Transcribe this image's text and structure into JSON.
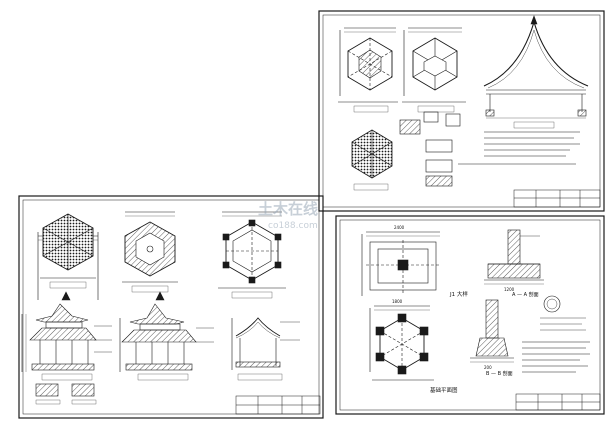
{
  "viewer": {
    "watermark_text": "土木在线",
    "watermark_url": "co188.com"
  },
  "sheets": [
    {
      "key": "pavilion-plans-elevations",
      "labels": []
    },
    {
      "key": "roof-structure",
      "labels": []
    },
    {
      "key": "foundation",
      "labels": {
        "aa_section": "A — A 剖面",
        "bb_section": "B — B 剖面",
        "j1_detail": "J1 大样",
        "foundation_plan": "基础平面图",
        "dim_1200": "1200",
        "dim_2400": "2400",
        "dim_1800": "1800",
        "dim_200": "200"
      }
    }
  ],
  "colors": {
    "line": "#1a1a1a",
    "paper": "#ffffff",
    "watermark": "#9aa9b8"
  }
}
